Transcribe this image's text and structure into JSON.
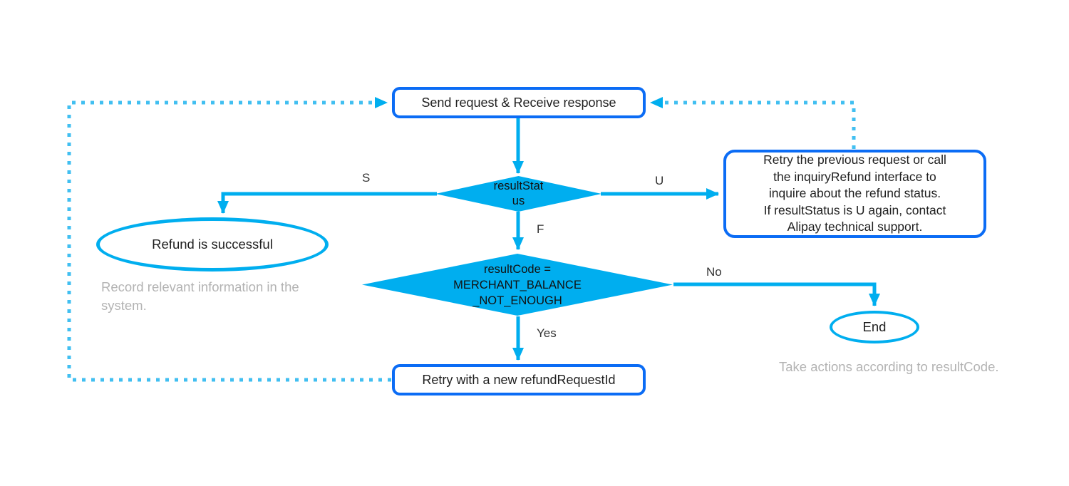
{
  "colors": {
    "accent": "#0b6cf5",
    "cyan": "#00aeef",
    "dotted": "#41bff1",
    "node-text": "#1f1f1f",
    "label-text": "#333333",
    "muted": "#b3b3b3"
  },
  "chart_data": {
    "type": "flowchart",
    "title": "",
    "nodes": [
      {
        "id": "send_request",
        "shape": "rounded-rect",
        "label": "Send request & Receive response"
      },
      {
        "id": "result_status",
        "shape": "diamond",
        "label": "resultStatus"
      },
      {
        "id": "refund_successful",
        "shape": "ellipse",
        "label": "Refund is successful"
      },
      {
        "id": "retry_inquiry",
        "shape": "rounded-rect",
        "label": "Retry the previous request or call the inquiryRefund interface to inquire about the refund status. If resultStatus is U again, contact Alipay technical support."
      },
      {
        "id": "result_code",
        "shape": "diamond",
        "label": "resultCode = MERCHANT_BALANCE_NOT_ENOUGH"
      },
      {
        "id": "end",
        "shape": "ellipse",
        "label": "End"
      },
      {
        "id": "retry_new_id",
        "shape": "rounded-rect",
        "label": "Retry with a new refundRequestId"
      }
    ],
    "edges": [
      {
        "from": "send_request",
        "to": "result_status",
        "label": "",
        "style": "solid"
      },
      {
        "from": "result_status",
        "to": "refund_successful",
        "label": "S",
        "style": "solid"
      },
      {
        "from": "result_status",
        "to": "retry_inquiry",
        "label": "U",
        "style": "solid"
      },
      {
        "from": "result_status",
        "to": "result_code",
        "label": "F",
        "style": "solid"
      },
      {
        "from": "result_code",
        "to": "end",
        "label": "No",
        "style": "solid"
      },
      {
        "from": "result_code",
        "to": "retry_new_id",
        "label": "Yes",
        "style": "solid"
      },
      {
        "from": "retry_new_id",
        "to": "send_request",
        "label": "",
        "style": "dotted"
      },
      {
        "from": "retry_inquiry",
        "to": "send_request",
        "label": "",
        "style": "dotted"
      }
    ]
  },
  "nodes": {
    "send_request": {
      "label": "Send request & Receive response"
    },
    "result_status": {
      "label": "resultStat\nus"
    },
    "refund_successful": {
      "label": "Refund is successful"
    },
    "retry_inquiry": {
      "label": "Retry the previous request or call\nthe inquiryRefund interface to\ninquire about the refund status.\nIf resultStatus is U again, contact\nAlipay technical support."
    },
    "result_code": {
      "label": "resultCode =\nMERCHANT_BALANCE\n_NOT_ENOUGH"
    },
    "end": {
      "label": "End"
    },
    "retry_new_id": {
      "label": "Retry with a new refundRequestId"
    }
  },
  "edge_labels": {
    "s": "S",
    "u": "U",
    "f": "F",
    "no": "No",
    "yes": "Yes"
  },
  "annotations": {
    "record_note": "Record relevant information in the\nsystem.",
    "actions_note": "Take actions according to resultCode."
  }
}
